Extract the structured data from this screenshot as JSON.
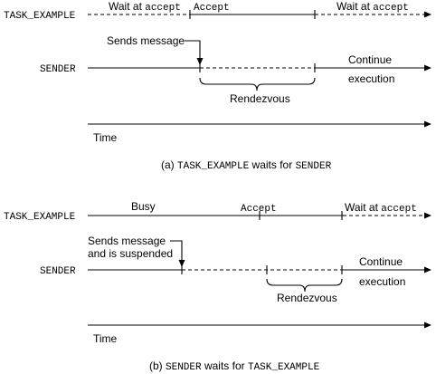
{
  "part_a": {
    "task_label": "TASK_EXAMPLE",
    "sender_label": "SENDER",
    "wait_prefix_1": "Wait at ",
    "wait_kw_1": "accept",
    "accept_label": "Accept",
    "wait_prefix_2": "Wait at ",
    "wait_kw_2": "accept",
    "sends_message": "Sends message",
    "continue_1": "Continue",
    "continue_2": "execution",
    "rendezvous": "Rendezvous",
    "time": "Time",
    "caption_prefix": "(a) ",
    "caption_task": "TASK_EXAMPLE",
    "caption_mid": " waits for ",
    "caption_sender": "SENDER"
  },
  "part_b": {
    "task_label": "TASK_EXAMPLE",
    "sender_label": "SENDER",
    "busy": "Busy",
    "accept_label": "Accept",
    "wait_prefix": "Wait at ",
    "wait_kw": "accept",
    "sends_message_1": "Sends message",
    "sends_message_2": "and is suspended",
    "continue_1": "Continue",
    "continue_2": "execution",
    "rendezvous": "Rendezvous",
    "time": "Time",
    "caption_prefix": "(b) ",
    "caption_sender": "SENDER",
    "caption_mid": " waits for ",
    "caption_task": "TASK_EXAMPLE"
  }
}
